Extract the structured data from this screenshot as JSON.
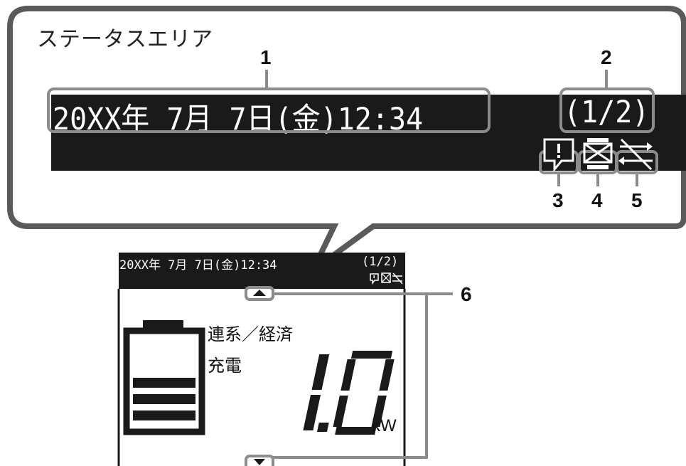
{
  "callout": {
    "title": "ステータスエリア",
    "datetime": "20XX年 7月 7日(金)12:34",
    "page": "(1/2)"
  },
  "labels": {
    "n1": "1",
    "n2": "2",
    "n3": "3",
    "n4": "4",
    "n5": "5",
    "n6": "6"
  },
  "screen": {
    "datetime": "20XX年 7月 7日(金)12:34",
    "page": "(1/2)",
    "mode": "連系／経済",
    "state": "充電",
    "power_value": "1.0",
    "power_unit": "kW",
    "battery_level_bars": 3,
    "battery_level_max": 5
  },
  "icons": [
    "message-alert-icon",
    "printer-error-icon",
    "communication-error-icon",
    "scroll-up-icon",
    "scroll-down-icon",
    "battery-icon"
  ],
  "colors": {
    "lcd_bar": "#1a1a1a",
    "callout_border": "#5a5a5a",
    "highlight_box": "#8c8c8c"
  }
}
